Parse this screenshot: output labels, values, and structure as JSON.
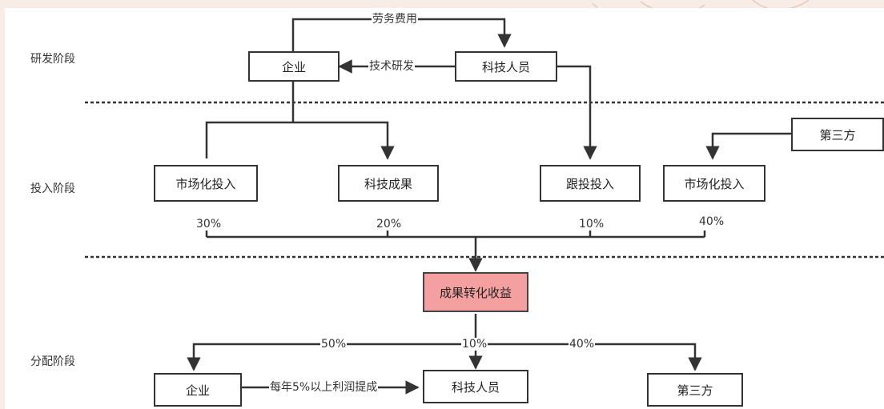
{
  "stages": {
    "research": "研发阶段",
    "investment": "投入阶段",
    "distribution": "分配阶段"
  },
  "nodes": {
    "enterprise_top": "企业",
    "tech_staff_top": "科技人员",
    "third_party_top": "第三方",
    "market_invest_left": "市场化投入",
    "tech_achievement": "科技成果",
    "follow_invest": "跟投投入",
    "market_invest_right": "市场化投入",
    "conversion_income": "成果转化收益",
    "enterprise_bottom": "企业",
    "tech_staff_bottom": "科技人员",
    "third_party_bottom": "第三方"
  },
  "edges": {
    "labor_fee": "劳务费用",
    "tech_rd": "技术研发",
    "profit_share": "每年5%以上利润提成"
  },
  "shares": {
    "input_market_left": "30%",
    "input_tech": "20%",
    "input_follow": "10%",
    "input_market_right": "40%",
    "out_enterprise": "50%",
    "out_tech_staff": "10%",
    "out_third_party": "40%"
  },
  "colors": {
    "highlight": "#f4a0a0",
    "line": "#333333"
  }
}
